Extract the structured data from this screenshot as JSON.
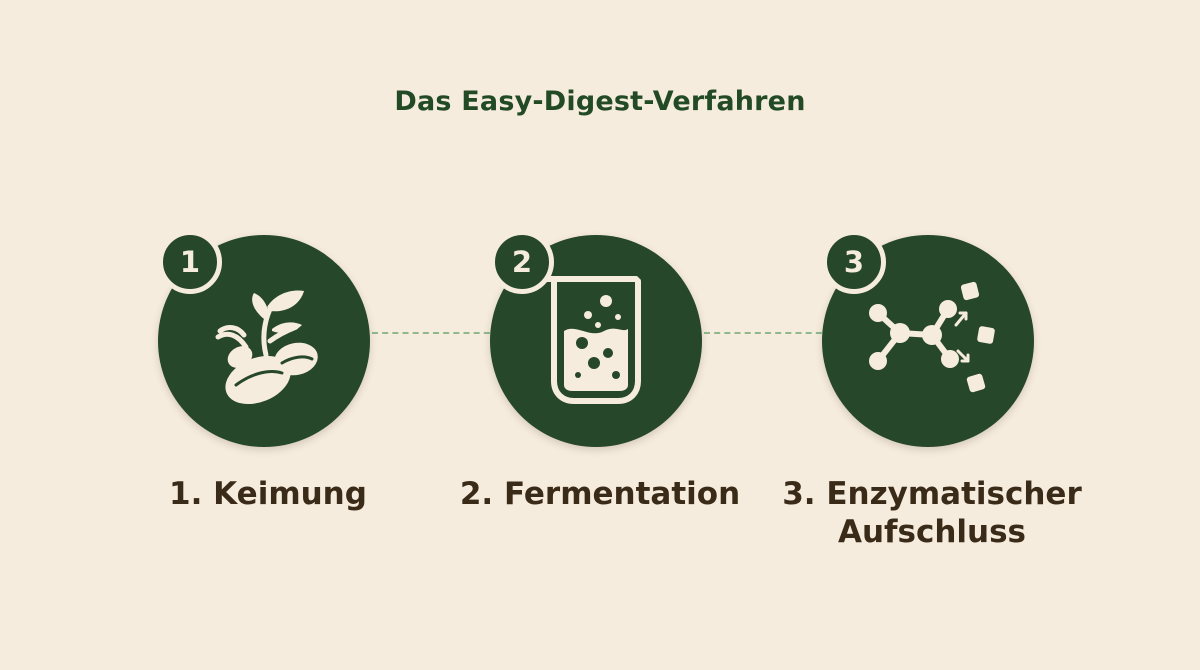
{
  "title": "Das Easy-Digest-Verfahren",
  "colors": {
    "background": "#f6ecdd",
    "circle": "#26472a",
    "icon": "#f6ecdd",
    "connector": "#8fb98d",
    "title": "#214a25",
    "label": "#3a2a18"
  },
  "steps": [
    {
      "number": "1",
      "label_lines": [
        "1. Keimung"
      ],
      "icon": "sprouting-seeds-icon"
    },
    {
      "number": "2",
      "label_lines": [
        "2. Fermentation"
      ],
      "icon": "fermentation-jar-icon"
    },
    {
      "number": "3",
      "label_lines": [
        "3. Enzymatischer",
        "Aufschluss"
      ],
      "icon": "molecule-breakdown-icon"
    }
  ]
}
